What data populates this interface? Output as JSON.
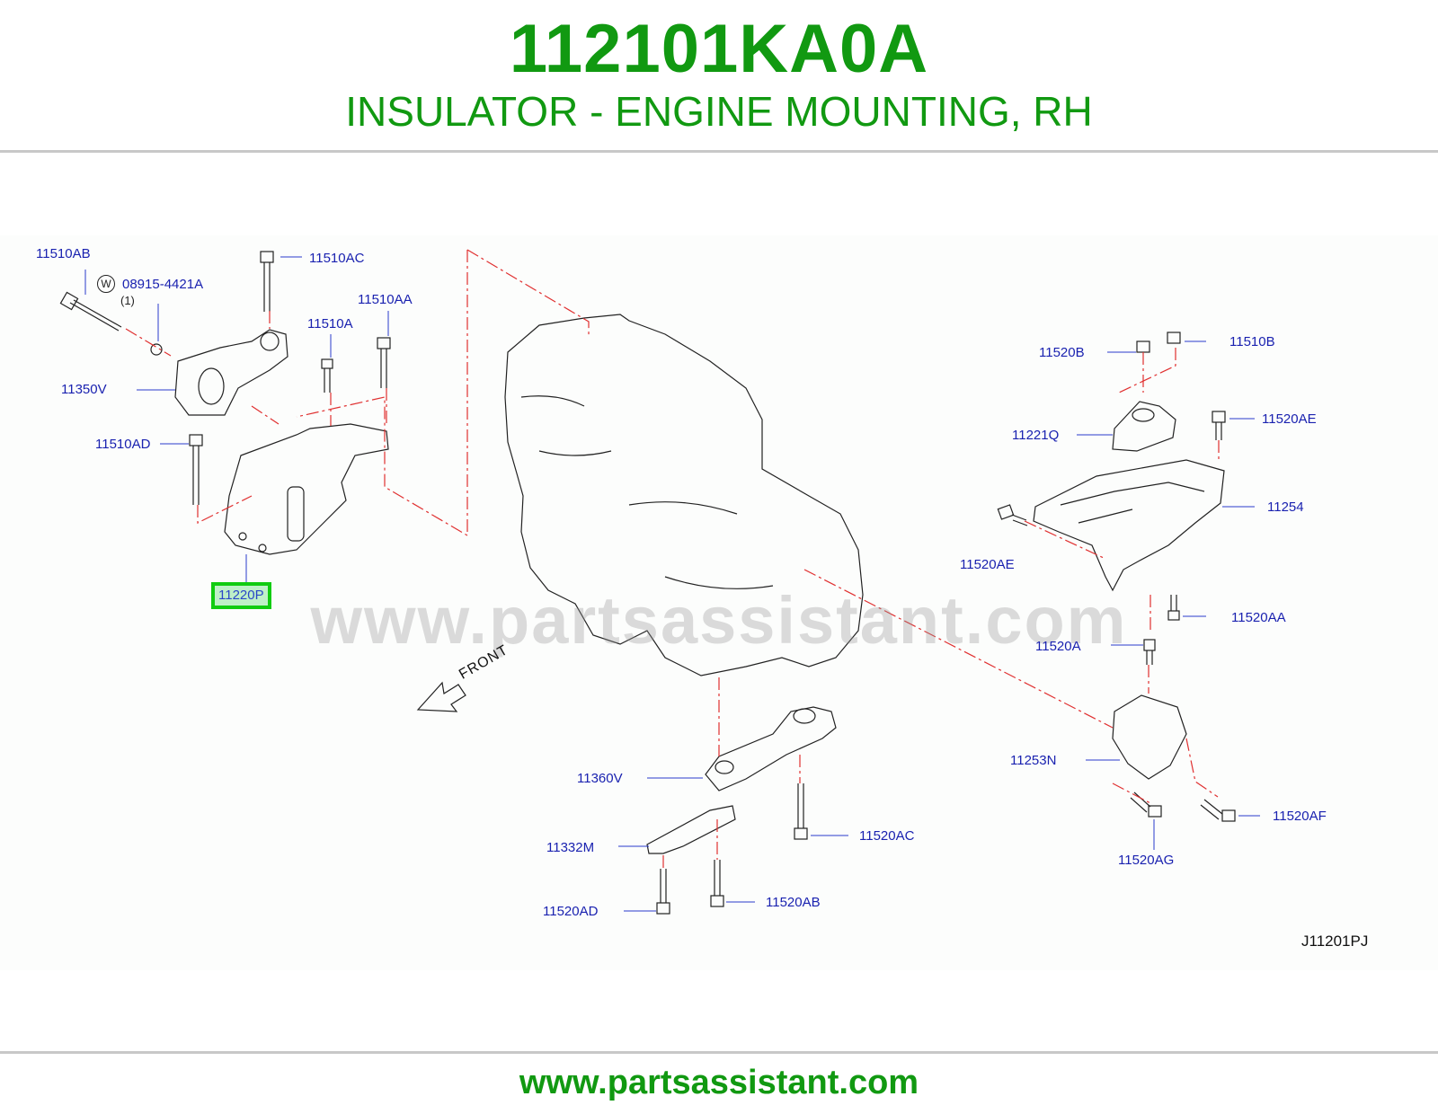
{
  "header": {
    "part_number": "112101KA0A",
    "part_name": "INSULATOR - ENGINE MOUNTING, RH"
  },
  "diagram": {
    "watermark": "www.partsassistant.com",
    "front_label": "FRONT",
    "diagram_code": "J11201PJ",
    "washer_symbol": "W",
    "callouts": {
      "c_11510AB": "11510AB",
      "c_08915": "08915-4421A",
      "c_08915_qty": "(1)",
      "c_11510AC": "11510AC",
      "c_11510AA": "11510AA",
      "c_11510A": "11510A",
      "c_11350V": "11350V",
      "c_11510AD": "11510AD",
      "c_11220P": "11220P",
      "c_11520B": "11520B",
      "c_11510B": "11510B",
      "c_11520AE_top": "11520AE",
      "c_11221Q": "11221Q",
      "c_11254": "11254",
      "c_11520AE_left": "11520AE",
      "c_11520AA": "11520AA",
      "c_11520A": "11520A",
      "c_11253N": "11253N",
      "c_11520AF": "11520AF",
      "c_11520AG": "11520AG",
      "c_11360V": "11360V",
      "c_11332M": "11332M",
      "c_11520AC": "11520AC",
      "c_11520AD": "11520AD",
      "c_11520AB": "11520AB"
    }
  },
  "colors": {
    "brand_green": "#119911",
    "callout_blue": "#1a22b0",
    "highlight_border": "#11cc11",
    "highlight_fill": "#bff0c8",
    "dash_red": "#e03030"
  },
  "footer": {
    "url": "www.partsassistant.com"
  }
}
